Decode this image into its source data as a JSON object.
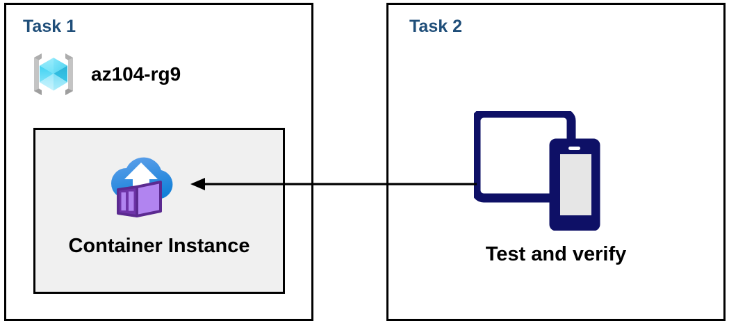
{
  "diagram": {
    "title": "Azure Container Instance task diagram",
    "background": "#ffffff",
    "border_color": "#000000",
    "accent_color": "#1F4E79"
  },
  "panels": [
    {
      "id": "task1",
      "title": "Task 1",
      "resource_group": {
        "icon": "resource-group-icon",
        "label": "az104-rg9"
      },
      "resource_box": {
        "fill": "#F0F0F0",
        "icon": "container-instance-icon",
        "label": "Container Instance"
      }
    },
    {
      "id": "task2",
      "title": "Task 2",
      "device": {
        "icon": "devices-tablet-phone-icon",
        "label": "Test and verify"
      }
    }
  ],
  "connector": {
    "name": "flow-arrow",
    "direction": "right-to-left",
    "from": "Test and verify",
    "to": "Container Instance",
    "color": "#000000"
  }
}
